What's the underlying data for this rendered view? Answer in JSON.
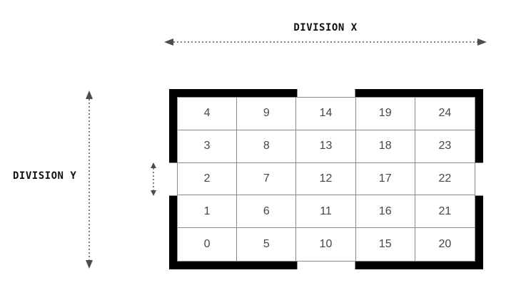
{
  "diagram": {
    "title_x": "DIVISION X",
    "title_y": "DIVISION Y",
    "grid_rows": [
      [
        "4",
        "9",
        "14",
        "19",
        "24"
      ],
      [
        "3",
        "8",
        "13",
        "18",
        "23"
      ],
      [
        "2",
        "7",
        "12",
        "17",
        "22"
      ],
      [
        "1",
        "6",
        "11",
        "16",
        "21"
      ],
      [
        "0",
        "5",
        "10",
        "15",
        "20"
      ]
    ],
    "icons": {
      "arrow_left": "left-triangle-arrowhead",
      "arrow_right": "right-triangle-arrowhead",
      "arrow_up": "up-triangle-arrowhead",
      "arrow_down": "down-triangle-arrowhead",
      "line_style": "dotted"
    },
    "colors": {
      "wall": "#000000",
      "grid_line": "#8a8a8a",
      "cell_text": "#4a4543",
      "label_text": "#111111",
      "arrow": "#4d4d4d",
      "arrow_dot": "#7d7d7d"
    }
  }
}
